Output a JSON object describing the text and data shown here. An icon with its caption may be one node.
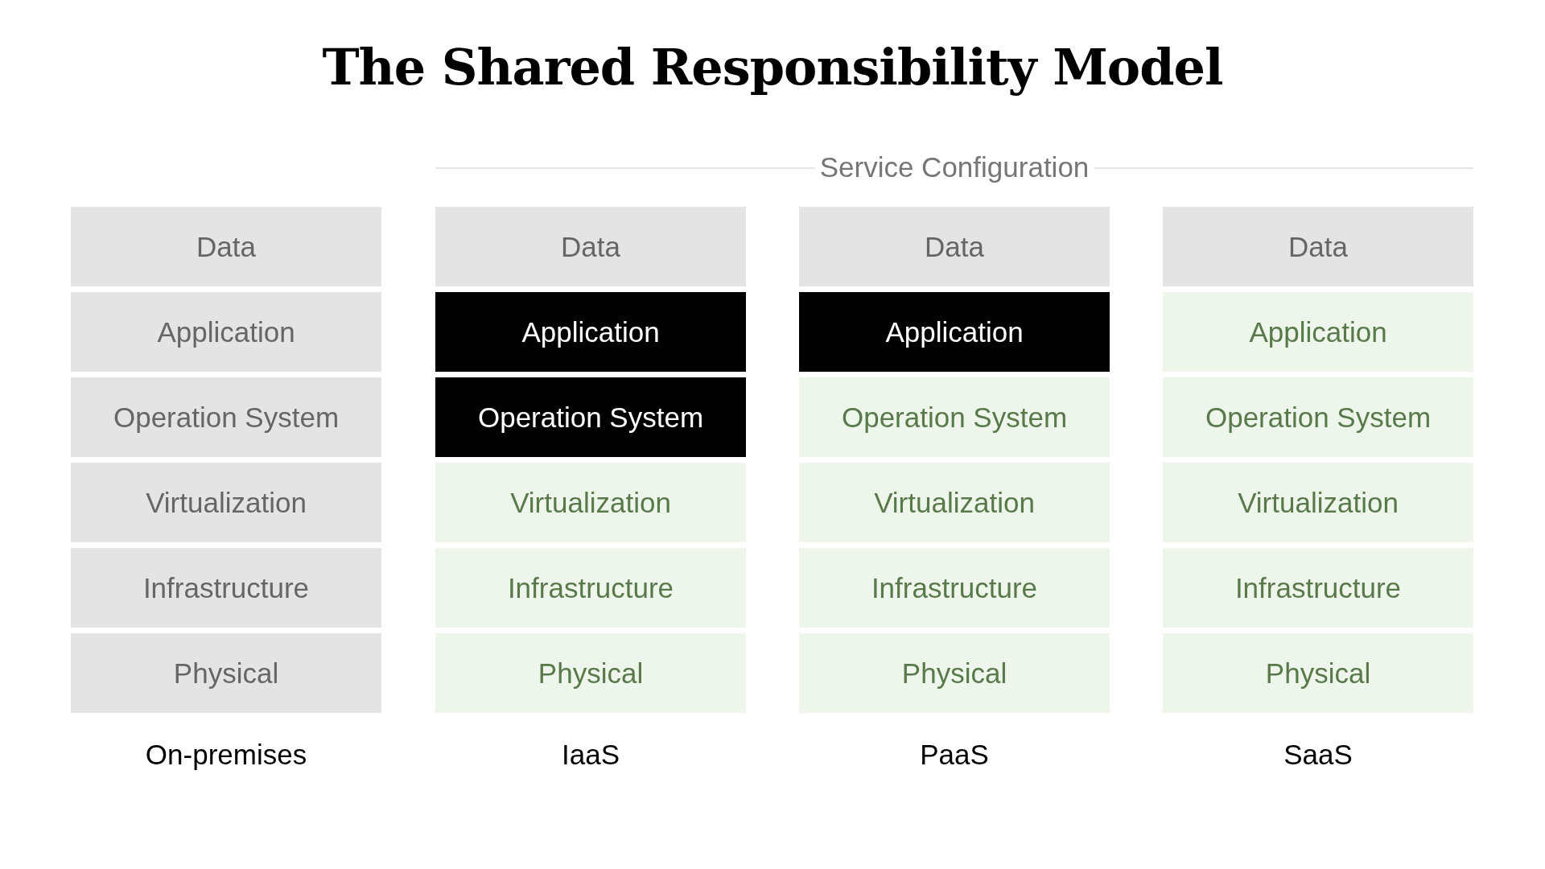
{
  "diagram": {
    "title": "The Shared Responsibility Model",
    "nodes": [
      {
        "text": [
          "Data"
        ]
      },
      {
        "text": [
          "Data"
        ]
      },
      {
        "text": [
          "Data"
        ]
      },
      {
        "text": [
          "Data"
        ]
      },
      {
        "text": [
          "Application"
        ]
      },
      {
        "text": [
          "Application"
        ]
      },
      {
        "text": [
          "Application"
        ]
      },
      {
        "text": [
          "Application"
        ]
      },
      {
        "text": [
          "Operation System"
        ]
      },
      {
        "text": [
          "Operation System"
        ]
      },
      {
        "text": [
          "Operation System"
        ]
      },
      {
        "text": [
          "Operation System"
        ]
      },
      {
        "text": [
          "Virtualization"
        ]
      },
      {
        "text": [
          "Virtualization"
        ]
      },
      {
        "text": [
          "Virtualization"
        ]
      },
      {
        "text": [
          "Virtualization"
        ]
      },
      {
        "text": [
          "Infrastructure"
        ]
      },
      {
        "text": [
          "Infrastructure"
        ]
      },
      {
        "text": [
          "Infrastructure"
        ]
      },
      {
        "text": [
          "Infrastructure"
        ]
      },
      {
        "text": [
          "Physical"
        ]
      },
      {
        "text": [
          "Physical"
        ]
      },
      {
        "text": [
          "Physical"
        ]
      },
      {
        "text": [
          "Physical"
        ]
      }
    ],
    "labels": [
      "Service Configuration",
      "On-premises",
      "IaaS",
      "PaaS",
      "SaaS"
    ]
  }
}
